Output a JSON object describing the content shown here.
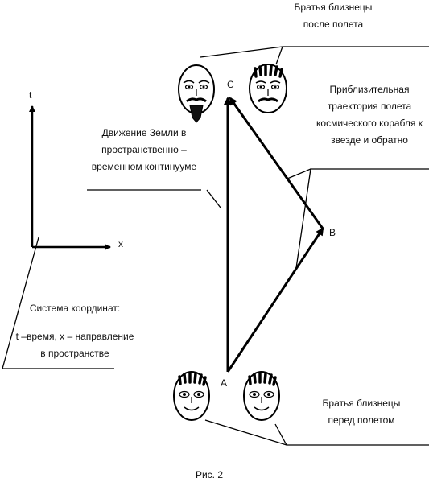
{
  "labels": {
    "twins_after": [
      "Братья близнецы",
      "после полета"
    ],
    "trajectory": [
      "Приблизительная",
      "траектория полета",
      "космического корабля к",
      "звезде и обратно"
    ],
    "earth_motion": [
      "Движение Земли в",
      "пространственно –",
      "временном континууме"
    ],
    "coordinate_system": [
      "Система координат:",
      "",
      "t –время, x – направление",
      "в пространстве"
    ],
    "twins_before": [
      "Братья близнецы",
      "перед полетом"
    ]
  },
  "points": {
    "A": "A",
    "B": "B",
    "C": "C"
  },
  "axes": {
    "t": "t",
    "x": "x"
  },
  "caption": "Рис. 2"
}
